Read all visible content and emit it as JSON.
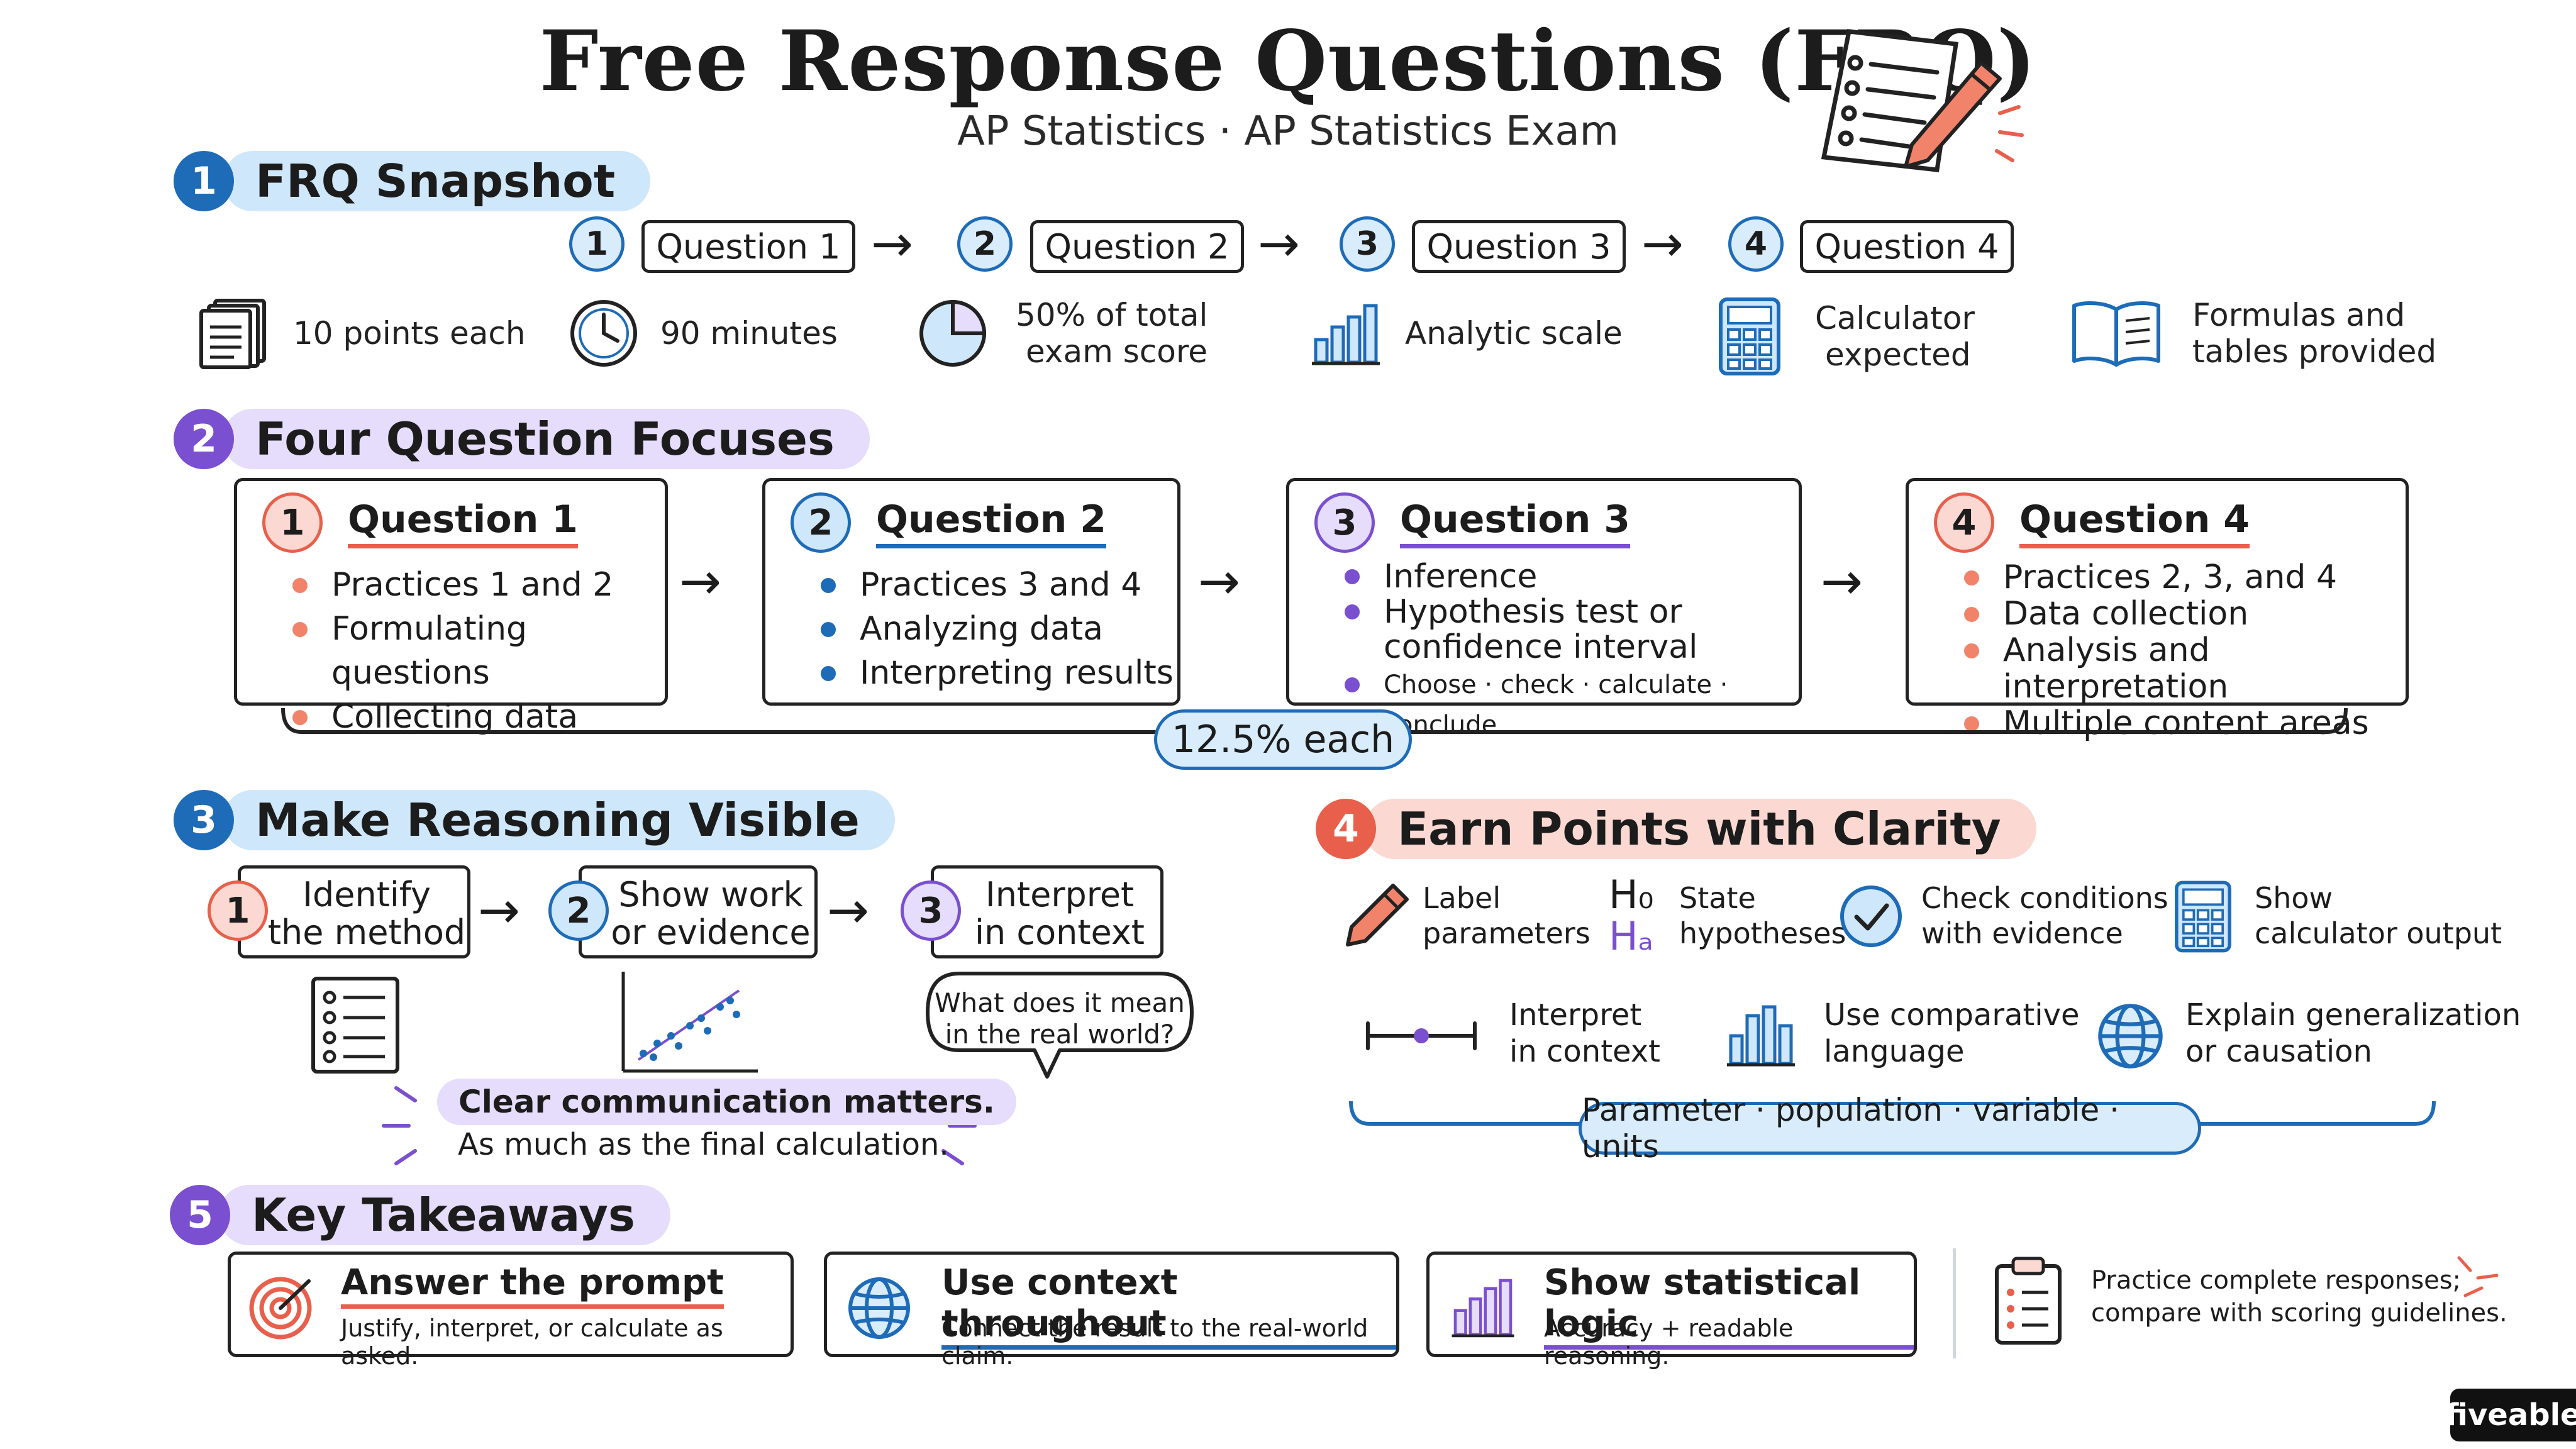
{
  "header": {
    "title": "Free Response Questions (FRQ)",
    "subtitle": "AP Statistics · AP Statistics Exam"
  },
  "colors": {
    "blue": "#1e6bb8",
    "purple": "#7a4fd0",
    "coral": "#e8604c",
    "pill_blue": "#cfe7fb",
    "pill_purple": "#e6dcfb",
    "pill_coral": "#fbd9d2"
  },
  "section1": {
    "num": "1",
    "title": "FRQ Snapshot",
    "steps": [
      {
        "num": "1",
        "label": "Question 1"
      },
      {
        "num": "2",
        "label": "Question 2"
      },
      {
        "num": "3",
        "label": "Question 3"
      },
      {
        "num": "4",
        "label": "Question 4"
      }
    ],
    "stats": [
      {
        "icon": "pages-icon",
        "line1": "10 points each",
        "line2": ""
      },
      {
        "icon": "clock-icon",
        "line1": "90 minutes",
        "line2": ""
      },
      {
        "icon": "pie-chart-icon",
        "line1": "50% of total",
        "line2": "exam score"
      },
      {
        "icon": "bar-chart-icon",
        "line1": "Analytic scale",
        "line2": ""
      },
      {
        "icon": "calculator-icon",
        "line1": "Calculator",
        "line2": "expected"
      },
      {
        "icon": "book-icon",
        "line1": "Formulas and",
        "line2": "tables provided"
      }
    ]
  },
  "section2": {
    "num": "2",
    "title": "Four Question Focuses",
    "cards": [
      {
        "num": "1",
        "title": "Question 1",
        "items": [
          "Practices 1 and 2",
          "Formulating questions",
          "Collecting data"
        ]
      },
      {
        "num": "2",
        "title": "Question 2",
        "items": [
          "Practices 3 and 4",
          "Analyzing data",
          "Interpreting results"
        ]
      },
      {
        "num": "3",
        "title": "Question 3",
        "items": [
          "Inference",
          "Hypothesis test or",
          "confidence interval",
          "Choose · check · calculate · conclude"
        ]
      },
      {
        "num": "4",
        "title": "Question 4",
        "items": [
          "Practices 2, 3, and 4",
          "Data collection",
          "Analysis and interpretation",
          "Multiple content areas"
        ]
      }
    ],
    "weight": "12.5% each"
  },
  "section3": {
    "num": "3",
    "title": "Make Reasoning Visible",
    "steps": [
      {
        "num": "1",
        "line1": "Identify",
        "line2": "the method"
      },
      {
        "num": "2",
        "line1": "Show work",
        "line2": "or evidence"
      },
      {
        "num": "3",
        "line1": "Interpret",
        "line2": "in context"
      }
    ],
    "bubble": {
      "line1": "What does it mean",
      "line2": "in the real world?"
    },
    "note": {
      "highlight": "Clear communication matters.",
      "line2": "As much as the final calculation."
    }
  },
  "section4": {
    "num": "4",
    "title": "Earn Points with Clarity",
    "items": [
      {
        "icon": "pencil-icon",
        "line1": "Label",
        "line2": "parameters"
      },
      {
        "icon": "hypothesis-icon",
        "line1": "State",
        "line2": "hypotheses",
        "h0": "H₀",
        "ha": "Hₐ"
      },
      {
        "icon": "check-circle-icon",
        "line1": "Check conditions",
        "line2": "with evidence"
      },
      {
        "icon": "calculator-icon",
        "line1": "Show",
        "line2": "calculator output"
      },
      {
        "icon": "interval-icon",
        "line1": "Interpret",
        "line2": "in context"
      },
      {
        "icon": "bar-chart-icon",
        "line1": "Use comparative",
        "line2": "language"
      },
      {
        "icon": "globe-icon",
        "line1": "Explain generalization",
        "line2": "or causation"
      }
    ],
    "vocab": "Parameter · population · variable · units"
  },
  "section5": {
    "num": "5",
    "title": "Key Takeaways",
    "cards": [
      {
        "icon": "target-icon",
        "title": "Answer the prompt",
        "sub": "Justify, interpret, or calculate as asked."
      },
      {
        "icon": "globe-icon",
        "title": "Use context throughout",
        "sub": "Connect the result to the real-world claim."
      },
      {
        "icon": "bar-chart-icon",
        "title": "Show statistical logic",
        "sub": "Accuracy + readable reasoning."
      }
    ],
    "practice": {
      "line1": "Practice complete responses;",
      "line2": "compare with scoring guidelines."
    }
  },
  "brand": "fiveable"
}
